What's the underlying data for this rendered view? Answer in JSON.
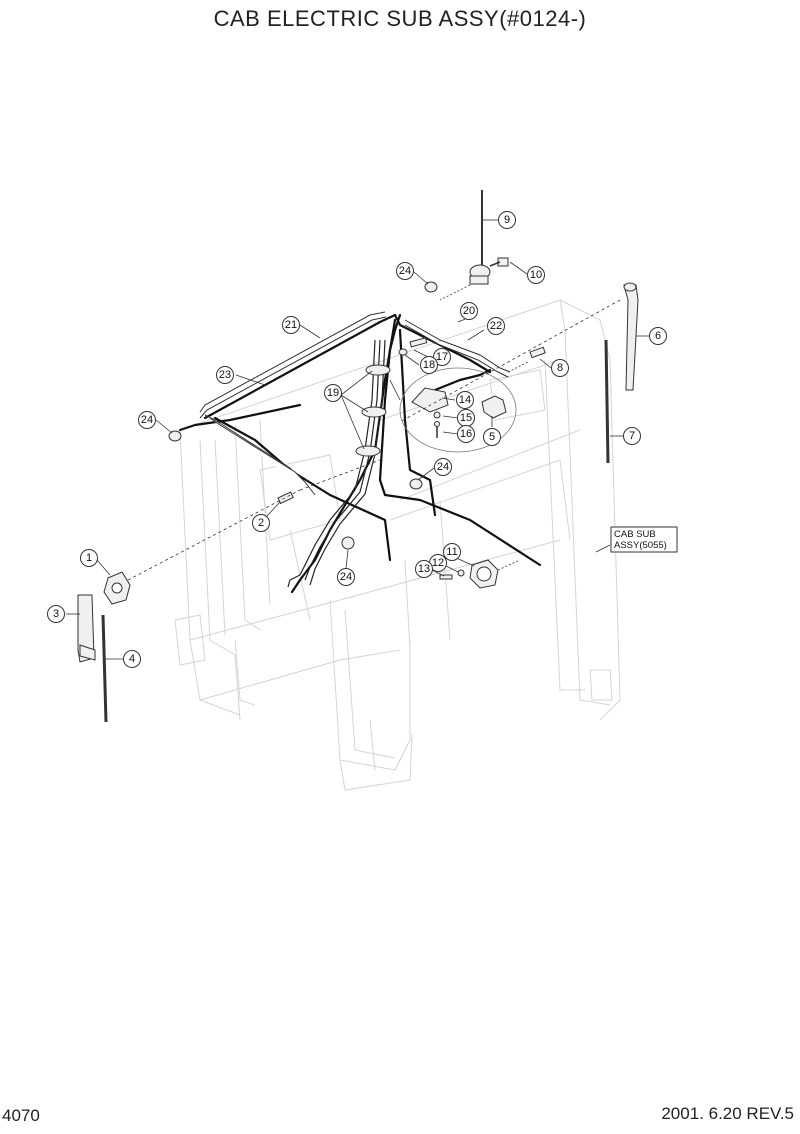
{
  "header": {
    "title": "CAB ELECTRIC SUB ASSY(#0124-)"
  },
  "footer": {
    "page_number": "4070",
    "revision": "2001. 6.20 REV.5"
  },
  "note": {
    "line1": "CAB SUB",
    "line2": "ASSY(5055)"
  },
  "callouts": [
    {
      "id": "c1",
      "label": "1"
    },
    {
      "id": "c2",
      "label": "2"
    },
    {
      "id": "c3",
      "label": "3"
    },
    {
      "id": "c4",
      "label": "4"
    },
    {
      "id": "c5",
      "label": "5"
    },
    {
      "id": "c6",
      "label": "6"
    },
    {
      "id": "c7",
      "label": "7"
    },
    {
      "id": "c8",
      "label": "8"
    },
    {
      "id": "c9",
      "label": "9"
    },
    {
      "id": "c10",
      "label": "10"
    },
    {
      "id": "c11",
      "label": "11"
    },
    {
      "id": "c12",
      "label": "12"
    },
    {
      "id": "c13",
      "label": "13"
    },
    {
      "id": "c14",
      "label": "14"
    },
    {
      "id": "c15",
      "label": "15"
    },
    {
      "id": "c16",
      "label": "16"
    },
    {
      "id": "c17",
      "label": "17"
    },
    {
      "id": "c18",
      "label": "18"
    },
    {
      "id": "c19",
      "label": "19"
    },
    {
      "id": "c20",
      "label": "20"
    },
    {
      "id": "c21",
      "label": "21"
    },
    {
      "id": "c22",
      "label": "22"
    },
    {
      "id": "c23",
      "label": "23"
    },
    {
      "id": "c24a",
      "label": "24"
    },
    {
      "id": "c24b",
      "label": "24"
    },
    {
      "id": "c24c",
      "label": "24"
    },
    {
      "id": "c24d",
      "label": "24"
    }
  ]
}
